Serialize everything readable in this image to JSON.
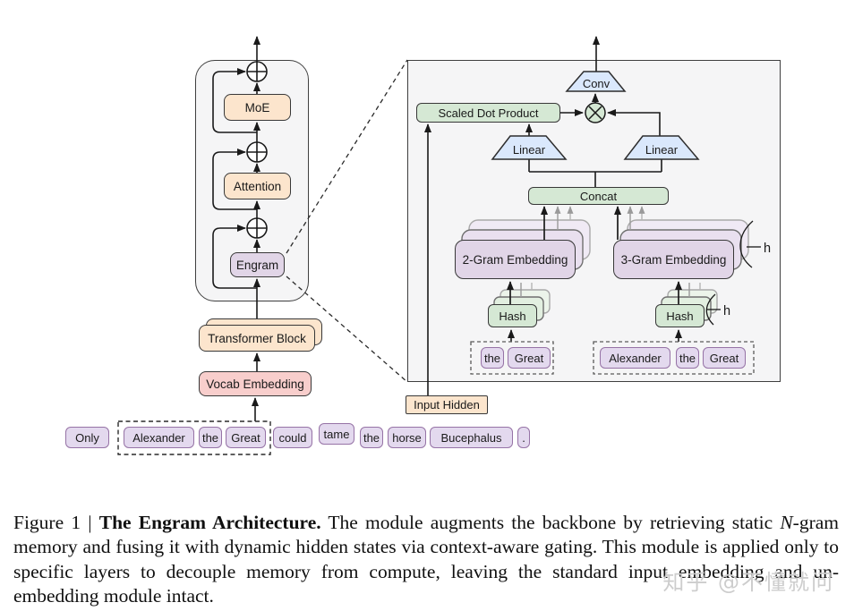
{
  "backbone": {
    "moe_label": "MoE",
    "attention_label": "Attention",
    "engram_label": "Engram",
    "transformer_block_label": "Transformer Block",
    "vocab_embedding_label": "Vocab Embedding",
    "tokens": [
      "Only",
      "Alexander",
      "the",
      "Great",
      "could",
      "tame",
      "the",
      "horse",
      "Bucephalus",
      "."
    ]
  },
  "engram_detail": {
    "conv_label": "Conv",
    "scaled_dot_product_label": "Scaled Dot Product",
    "linear_label": "Linear",
    "concat_label": "Concat",
    "two_gram_embedding_label": "2-Gram Embedding",
    "three_gram_embedding_label": "3-Gram Embedding",
    "hash_label": "Hash",
    "h_heads_label": "h",
    "bigram_tokens": [
      "the",
      "Great"
    ],
    "trigram_tokens": [
      "Alexander",
      "the",
      "Great"
    ],
    "input_hidden_label": "Input Hidden"
  },
  "caption": {
    "figure_label": "Figure 1 | ",
    "title_bold": "The Engram Architecture.",
    "body_1": " The module augments the backbone by retrieving static ",
    "italic_n": "N",
    "body_2": "-gram memory and fusing it with dynamic hidden states via context-aware gating. This module is applied only to specific layers to decouple memory from compute, leaving the standard input embedding and un-embedding module intact."
  },
  "watermark": "知乎 @不懂就问",
  "colors": {
    "peach": "#fce5cd",
    "pink": "#f8cecc",
    "purple": "#e1d5e7",
    "green": "#d5e8d4",
    "blue": "#dae8fc",
    "panel_gray": "#f5f5f6",
    "token_border": "#9673a6",
    "line": "#1a1a1a",
    "faded_arrow": "#9a9a9a"
  }
}
